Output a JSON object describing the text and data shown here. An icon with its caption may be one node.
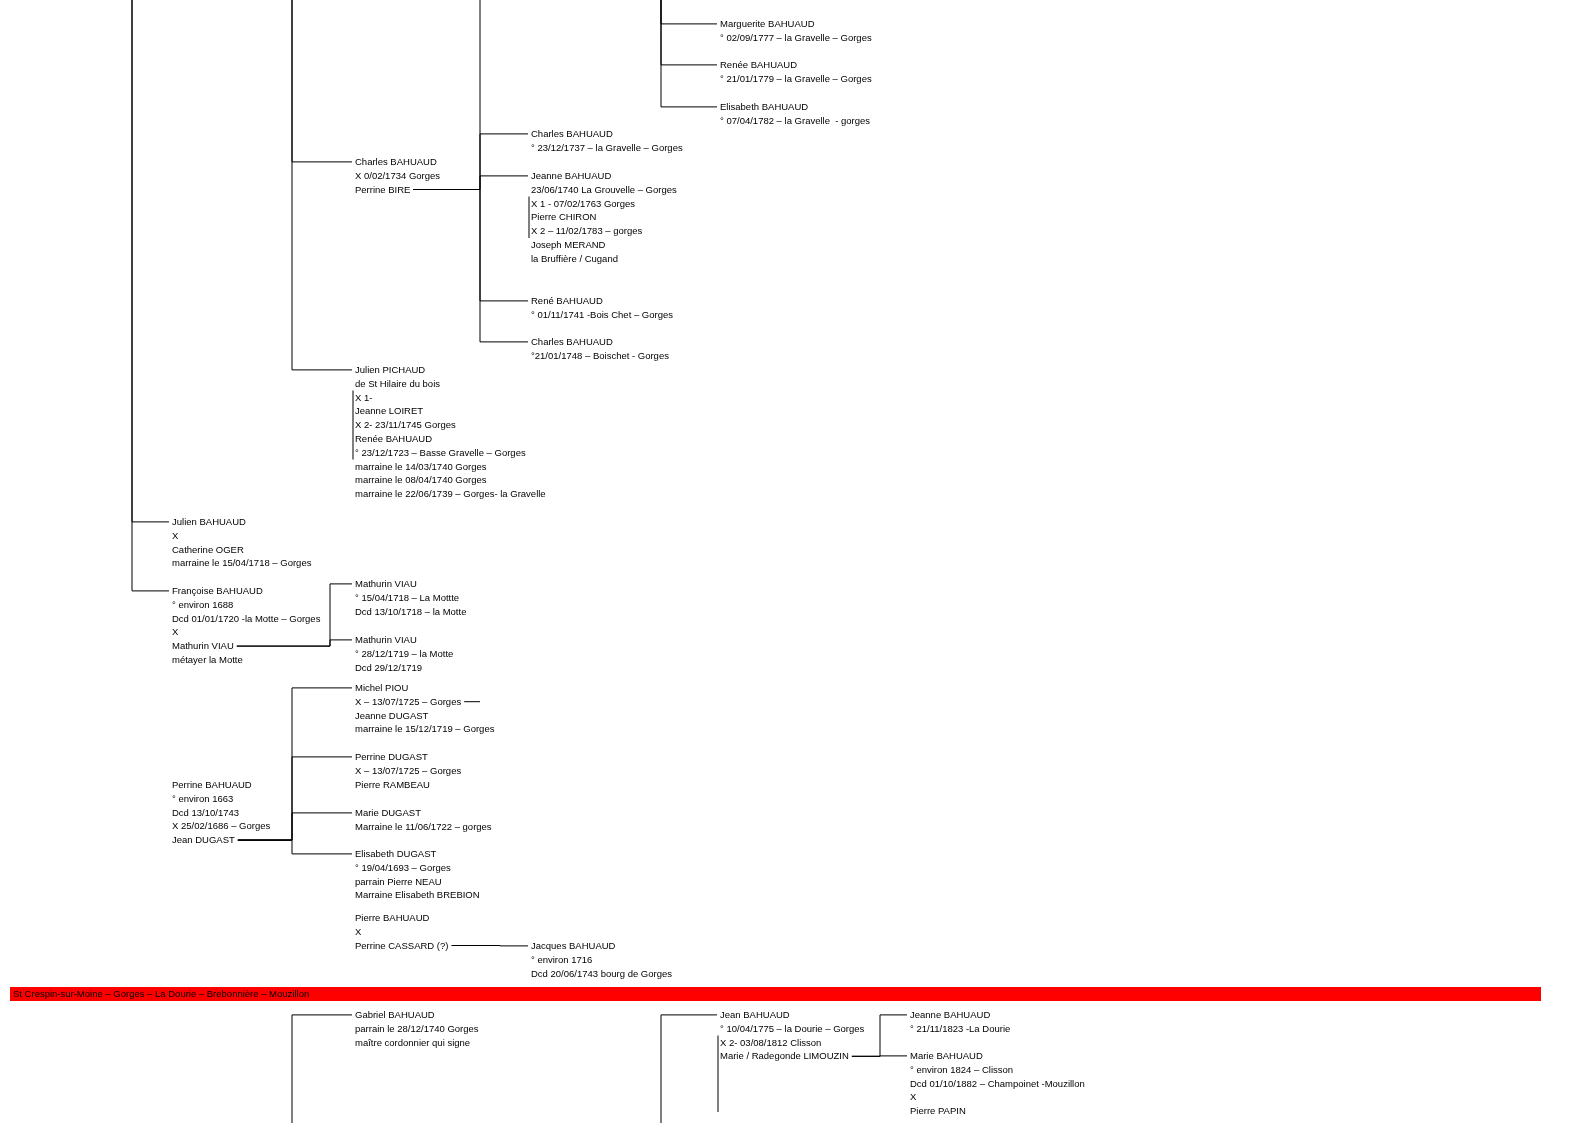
{
  "diagram": {
    "nodes": [
      {
        "text": [
          "Marguerite BAHUAUD",
          "° 02/09/1777 – la Gravelle – Gorges"
        ]
      },
      {
        "text": [
          "Renée BAHUAUD",
          "° 21/01/1779 – la Gravelle – Gorges"
        ]
      },
      {
        "text": [
          "Elisabeth BAHUAUD",
          "° 07/04/1782 – la Gravelle  - gorges"
        ]
      },
      {
        "text": [
          "Charles BAHUAUD",
          "° 23/12/1737 – la Gravelle – Gorges"
        ]
      },
      {
        "text": [
          "Charles BAHUAUD",
          "X 0/02/1734 Gorges",
          "Perrine BIRE"
        ]
      },
      {
        "text": [
          "Jeanne BAHUAUD",
          "23/06/1740 La Grouvelle – Gorges",
          "X 1 - 07/02/1763 Gorges",
          "Pierre CHIRON",
          "X 2 – 11/02/1783 – gorges",
          "Joseph MERAND",
          "la Bruffière / Cugand"
        ]
      },
      {
        "text": [
          "René BAHUAUD",
          "° 01/11/1741 -Bois Chet – Gorges"
        ]
      },
      {
        "text": [
          "Charles BAHUAUD",
          "°21/01/1748 – Boischet - Gorges"
        ]
      },
      {
        "text": [
          "Julien PICHAUD",
          "de St Hilaire du bois",
          "X 1-",
          "Jeanne LOIRET",
          "X 2- 23/11/1745 Gorges",
          "Renée BAHUAUD",
          "° 23/12/1723 – Basse Gravelle – Gorges",
          "marraine le 14/03/1740 Gorges",
          "marraine le 08/04/1740 Gorges",
          "marraine le 22/06/1739 – Gorges- la Gravelle"
        ]
      },
      {
        "text": [
          "Julien BAHUAUD",
          "X",
          "Catherine OGER",
          "marraine le 15/04/1718 – Gorges"
        ]
      },
      {
        "text": [
          "Françoise BAHUAUD",
          "° environ 1688",
          "Dcd 01/01/1720 -la Motte – Gorges",
          "X",
          "Mathurin VIAU",
          "métayer la Motte"
        ]
      },
      {
        "text": [
          "Mathurin VIAU",
          "° 15/04/1718 – La Mottte",
          "Dcd 13/10/1718 – la Motte"
        ]
      },
      {
        "text": [
          "Mathurin VIAU",
          "° 28/12/1719 – la Motte",
          "Dcd 29/12/1719"
        ]
      },
      {
        "text": [
          "Michel PIOU",
          "X – 13/07/1725 – Gorges",
          "Jeanne DUGAST",
          "marraine le 15/12/1719 – Gorges"
        ]
      },
      {
        "text": [
          "Perrine DUGAST",
          "X – 13/07/1725 – Gorges",
          "Pierre RAMBEAU"
        ]
      },
      {
        "text": [
          "Perrine BAHUAUD",
          "° environ 1663",
          "Dcd 13/10/1743",
          "X 25/02/1686 – Gorges",
          "Jean DUGAST"
        ]
      },
      {
        "text": [
          "Marie DUGAST",
          "Marraine le 11/06/1722 – gorges"
        ]
      },
      {
        "text": [
          "Elisabeth DUGAST",
          "° 19/04/1693 – Gorges",
          "parrain Pierre NEAU",
          "Marraine Elisabeth BREBION"
        ]
      },
      {
        "text": [
          "Pierre BAHUAUD",
          "X",
          "Perrine CASSARD (?)"
        ]
      },
      {
        "text": [
          "Jacques BAHUAUD",
          "° environ 1716",
          "Dcd 20/06/1743 bourg de Gorges"
        ]
      },
      {
        "text": [
          "St Crespin-sur-Moine – Gorges – La Dourie – Brebonnière – Mouzillon"
        ]
      },
      {
        "text": [
          "Gabriel BAHUAUD",
          "parrain le 28/12/1740 Gorges",
          "maître cordonnier qui signe"
        ]
      },
      {
        "text": [
          "Jean BAHUAUD",
          "° 10/04/1775 – la Dourie – Gorges",
          "X 2- 03/08/1812 Clisson",
          "Marie / Radegonde LIMOUZIN"
        ]
      },
      {
        "text": [
          "Jeanne BAHUAUD",
          "° 21/11/1823 -La Dourie"
        ]
      },
      {
        "text": [
          "Marie BAHUAUD",
          "° environ 1824 – Clisson",
          "Dcd 01/10/1882 – Champoinet -Mouzillon",
          "X",
          "Pierre PAPIN"
        ]
      }
    ],
    "edges": [
      {
        "from": null,
        "to": 9,
        "arrow": "none"
      },
      {
        "from": null,
        "to": 10,
        "arrow": "none"
      },
      {
        "from": null,
        "to": 4,
        "arrow": "none"
      },
      {
        "from": null,
        "to": 8,
        "arrow": "none"
      },
      {
        "from": 4,
        "to": 3,
        "arrow": "none"
      },
      {
        "from": 4,
        "to": 5,
        "arrow": "none"
      },
      {
        "from": 4,
        "to": 6,
        "arrow": "none"
      },
      {
        "from": 4,
        "to": 7,
        "arrow": "none"
      },
      {
        "from": 4,
        "to": null,
        "arrow": "none"
      },
      {
        "from": null,
        "to": 0,
        "arrow": "none"
      },
      {
        "from": null,
        "to": 1,
        "arrow": "none"
      },
      {
        "from": null,
        "to": 2,
        "arrow": "none"
      },
      {
        "from": 10,
        "to": 11,
        "arrow": "none"
      },
      {
        "from": 10,
        "to": 12,
        "arrow": "none"
      },
      {
        "from": 13,
        "to": null,
        "arrow": "none"
      },
      {
        "from": 15,
        "to": 13,
        "arrow": "none"
      },
      {
        "from": 15,
        "to": 14,
        "arrow": "none"
      },
      {
        "from": 15,
        "to": 16,
        "arrow": "none"
      },
      {
        "from": 15,
        "to": 17,
        "arrow": "none"
      },
      {
        "from": 18,
        "to": 19,
        "arrow": "none"
      },
      {
        "from": null,
        "to": 21,
        "arrow": "none"
      },
      {
        "from": null,
        "to": 22,
        "arrow": "none"
      },
      {
        "from": 22,
        "to": 23,
        "arrow": "none"
      },
      {
        "from": 22,
        "to": 24,
        "arrow": "none"
      }
    ]
  }
}
